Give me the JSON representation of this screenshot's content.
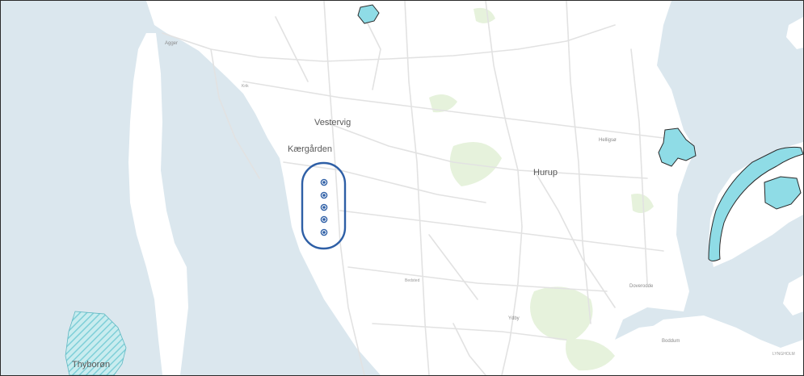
{
  "map": {
    "colors": {
      "water": "#dbe7ee",
      "land": "#ffffff",
      "road": "#e2e2e2",
      "green": "#e6f2dc",
      "lake": "#8fdce6",
      "lake_stroke": "#2a2a2a",
      "turbine": "#2e5fa6",
      "boundary": "#2e5fa6"
    },
    "places": [
      {
        "key": "agger",
        "name": "Agger",
        "size": "small"
      },
      {
        "key": "krik",
        "name": "Krik",
        "size": "tiny"
      },
      {
        "key": "vestervig",
        "name": "Vestervig",
        "size": "big"
      },
      {
        "key": "kaergaarden",
        "name": "Kærgården",
        "size": "big"
      },
      {
        "key": "hurup",
        "name": "Hurup",
        "size": "big"
      },
      {
        "key": "helligsoe",
        "name": "Helligsø",
        "size": "small"
      },
      {
        "key": "bedsted",
        "name": "Bedsted",
        "size": "tiny"
      },
      {
        "key": "doverodde",
        "name": "Doverodde",
        "size": "small"
      },
      {
        "key": "ydby",
        "name": "Ydby",
        "size": "small"
      },
      {
        "key": "boddum",
        "name": "Boddum",
        "size": "small"
      },
      {
        "key": "thyboron",
        "name": "Thyborøn",
        "size": "big"
      },
      {
        "key": "lyngholm",
        "name": "LYNGHOLM",
        "size": "tiny"
      }
    ],
    "turbines": [
      {
        "id": "turbine-1"
      },
      {
        "id": "turbine-2"
      },
      {
        "id": "turbine-3"
      },
      {
        "id": "turbine-4"
      },
      {
        "id": "turbine-5"
      }
    ]
  }
}
